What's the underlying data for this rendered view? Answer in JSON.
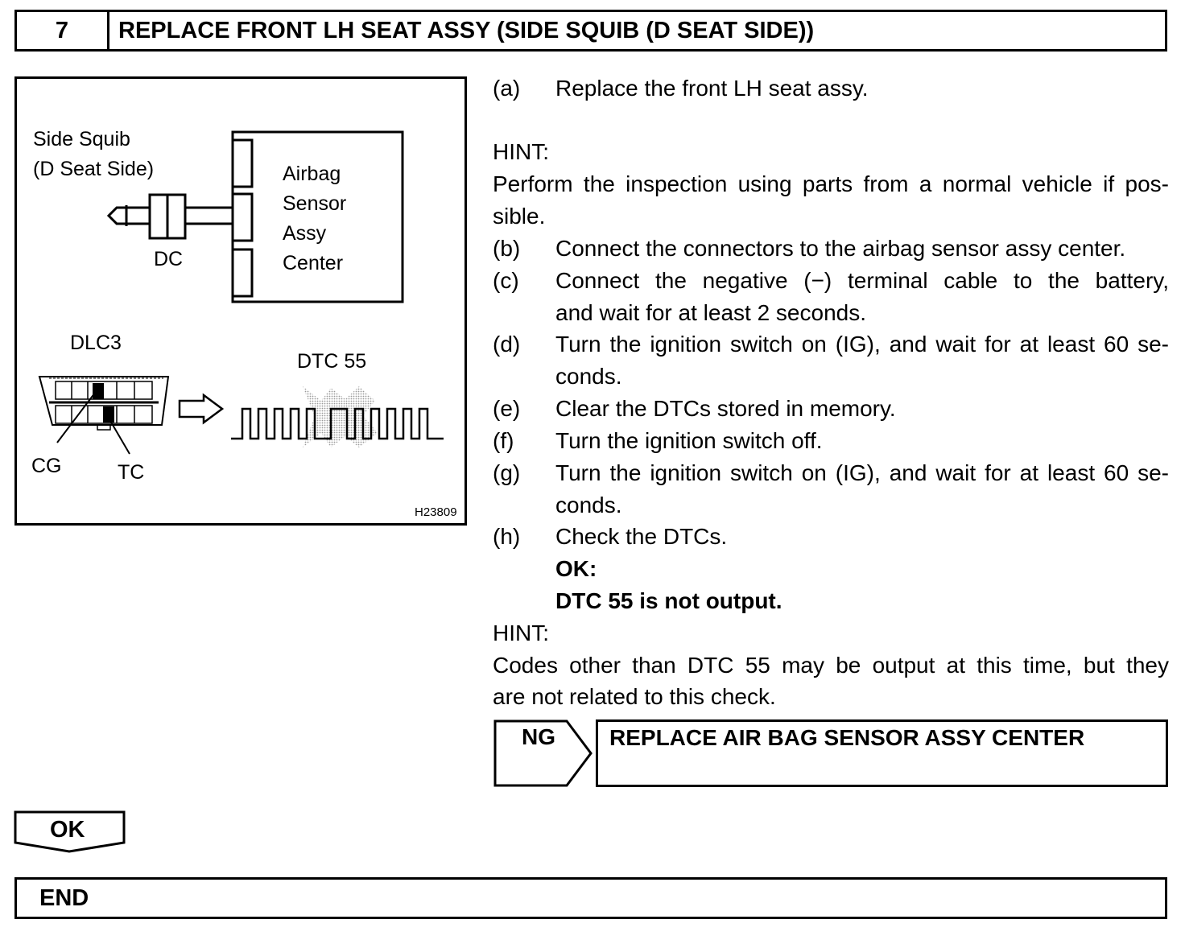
{
  "header": {
    "step_number": "7",
    "title": "REPLACE FRONT LH SEAT ASSY (SIDE SQUIB (D SEAT SIDE))"
  },
  "figure": {
    "squib_label_line1": "Side Squib",
    "squib_label_line2": "(D Seat Side)",
    "connector_label": "DC",
    "ecu_line1": "Airbag",
    "ecu_line2": "Sensor",
    "ecu_line3": "Assy",
    "ecu_line4": "Center",
    "dlc_label": "DLC3",
    "dtc_label": "DTC 55",
    "cg_label": "CG",
    "tc_label": "TC",
    "figure_code": "H23809"
  },
  "steps": {
    "a_label": "(a)",
    "a_text": "Replace the front LH seat assy.",
    "hint1_label": "HINT:",
    "hint1_line1": "Perform the inspection using parts from a normal vehicle if pos-",
    "hint1_line2": "sible.",
    "b_label": "(b)",
    "b_text": "Connect the connectors to the airbag sensor assy center.",
    "c_label": "(c)",
    "c_line1": "Connect the negative (−) terminal cable to the battery,",
    "c_line2": "and wait for at least 2 seconds.",
    "d_label": "(d)",
    "d_line1": "Turn the ignition switch on (IG), and wait for at least 60 se-",
    "d_line2": "conds.",
    "e_label": "(e)",
    "e_text": "Clear the DTCs stored in memory.",
    "f_label": "(f)",
    "f_text": "Turn the ignition switch off.",
    "g_label": "(g)",
    "g_line1": "Turn the ignition switch on (IG), and wait for at least 60 se-",
    "g_line2": "conds.",
    "h_label": "(h)",
    "h_text": "Check the DTCs.",
    "ok_heading": "OK:",
    "ok_text": "DTC 55 is not output.",
    "hint2_label": "HINT:",
    "hint2_line1": "Codes other than DTC 55 may be output at this time, but they",
    "hint2_line2": "are not related to this check."
  },
  "ng": {
    "label": "NG",
    "action": "REPLACE AIR BAG SENSOR ASSY CENTER"
  },
  "ok_tab": {
    "label": "OK"
  },
  "end": {
    "label": "END"
  }
}
